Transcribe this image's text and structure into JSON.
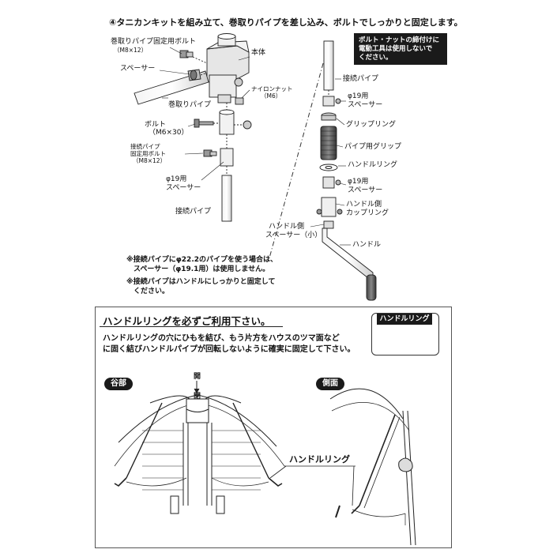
{
  "step_title": "④タニカンキットを組み立て、巻取りパイプを差し込み、ボルトでしっかりと固定します。",
  "warning_lines": [
    "ボルト・ナットの締付けに",
    "電動工具は使用しないで",
    "ください。"
  ],
  "left_labels": {
    "reel_bolt": "巻取りパイプ固定用ボルト",
    "reel_bolt_spec": "（M8×12）",
    "body": "本体",
    "spacer": "スペーサー",
    "nylon_nut": "ナイロンナット",
    "nylon_nut_spec": "（M6）",
    "reel_pipe": "巻取りパイプ",
    "bolt": "ボルト",
    "bolt_spec": "（M6×30）",
    "conn_bolt_line1": "接続パイプ",
    "conn_bolt_line2": "固定用ボルト",
    "conn_bolt_spec": "（M8×12）",
    "spacer19_line1": "φ19用",
    "spacer19_line2": "スペーサー",
    "conn_pipe": "接続パイプ"
  },
  "right_labels": {
    "conn_pipe": "接続パイプ",
    "spacer19a_line1": "φ19用",
    "spacer19a_line2": "スペーサー",
    "grip_ring": "グリップリング",
    "pipe_grip": "パイプ用グリップ",
    "handle_ring": "ハンドルリング",
    "spacer19b_line1": "φ19用",
    "spacer19b_line2": "スペーサー",
    "handle_coupling_line1": "ハンドル側",
    "handle_coupling_line2": "カップリング",
    "handle_spacer_line1": "ハンドル側",
    "handle_spacer_line2": "スペーサー（小）",
    "handle": "ハンドル"
  },
  "notes": [
    "※接続パイプにφ22.2のパイプを使う場合は、",
    "　スペーサー（φ19.1用）は使用しません。",
    "※接続パイプはハンドルにしっかりと固定して",
    "　ください。"
  ],
  "bottom": {
    "title": "ハンドルリングを必ずご利用下さい。",
    "badge": "ハンドルリング",
    "body_lines": [
      "ハンドルリングの穴にひもを結び、もう片方をハウスのツマ面など",
      "に固く結びハンドルパイプが回転しないように確実に固定して下さい。"
    ],
    "valley_label": "谷部",
    "side_label": "側面",
    "open_label": "開",
    "close_label": "閉",
    "ring_callout": "ハンドルリング"
  },
  "colors": {
    "ink": "#111111",
    "box_fill": "#1a1a1a",
    "part_fill": "#d9d9d9"
  }
}
